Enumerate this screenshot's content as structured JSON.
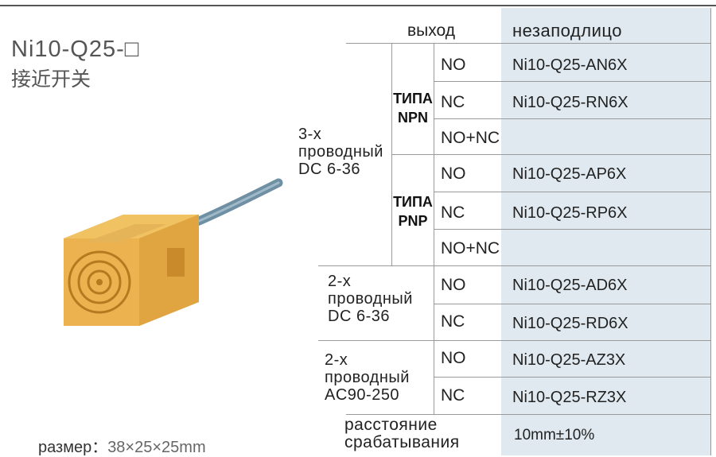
{
  "title": "Ni10-Q25-□",
  "subtitle": "接近开关",
  "size": {
    "label": "размер：",
    "value": "38×25×25mm"
  },
  "header": {
    "output": "выход",
    "flush": "незаподлицо"
  },
  "groups": [
    {
      "lines": [
        "3-х",
        "проводный",
        "DC 6-36"
      ]
    },
    {
      "lines": [
        "2-х",
        "проводный",
        "DC 6-36"
      ]
    },
    {
      "lines": [
        "2-х",
        "проводный",
        "AC90-250"
      ]
    }
  ],
  "types": [
    {
      "lines": [
        "ТИПА",
        "NPN"
      ]
    },
    {
      "lines": [
        "ТИПА",
        "PNP"
      ]
    }
  ],
  "rows": [
    {
      "output": "NO",
      "model": "Ni10-Q25-AN6X"
    },
    {
      "output": "NC",
      "model": "Ni10-Q25-RN6X"
    },
    {
      "output": "NO+NC",
      "model": ""
    },
    {
      "output": "NO",
      "model": "Ni10-Q25-AP6X"
    },
    {
      "output": "NC",
      "model": "Ni10-Q25-RP6X"
    },
    {
      "output": "NO+NC",
      "model": ""
    },
    {
      "output": "NO",
      "model": "Ni10-Q25-AD6X"
    },
    {
      "output": "NC",
      "model": "Ni10-Q25-RD6X"
    },
    {
      "output": "NO",
      "model": "Ni10-Q25-AZ3X"
    },
    {
      "output": "NC",
      "model": "Ni10-Q25-RZ3X"
    }
  ],
  "distance": {
    "lines": [
      "расстояние",
      "срабатывания"
    ],
    "value": "10mm±10%"
  },
  "colors": {
    "shade": "#dfe9ef",
    "sensor_body": "#e8b04a",
    "cable": "#6f8fa3"
  }
}
